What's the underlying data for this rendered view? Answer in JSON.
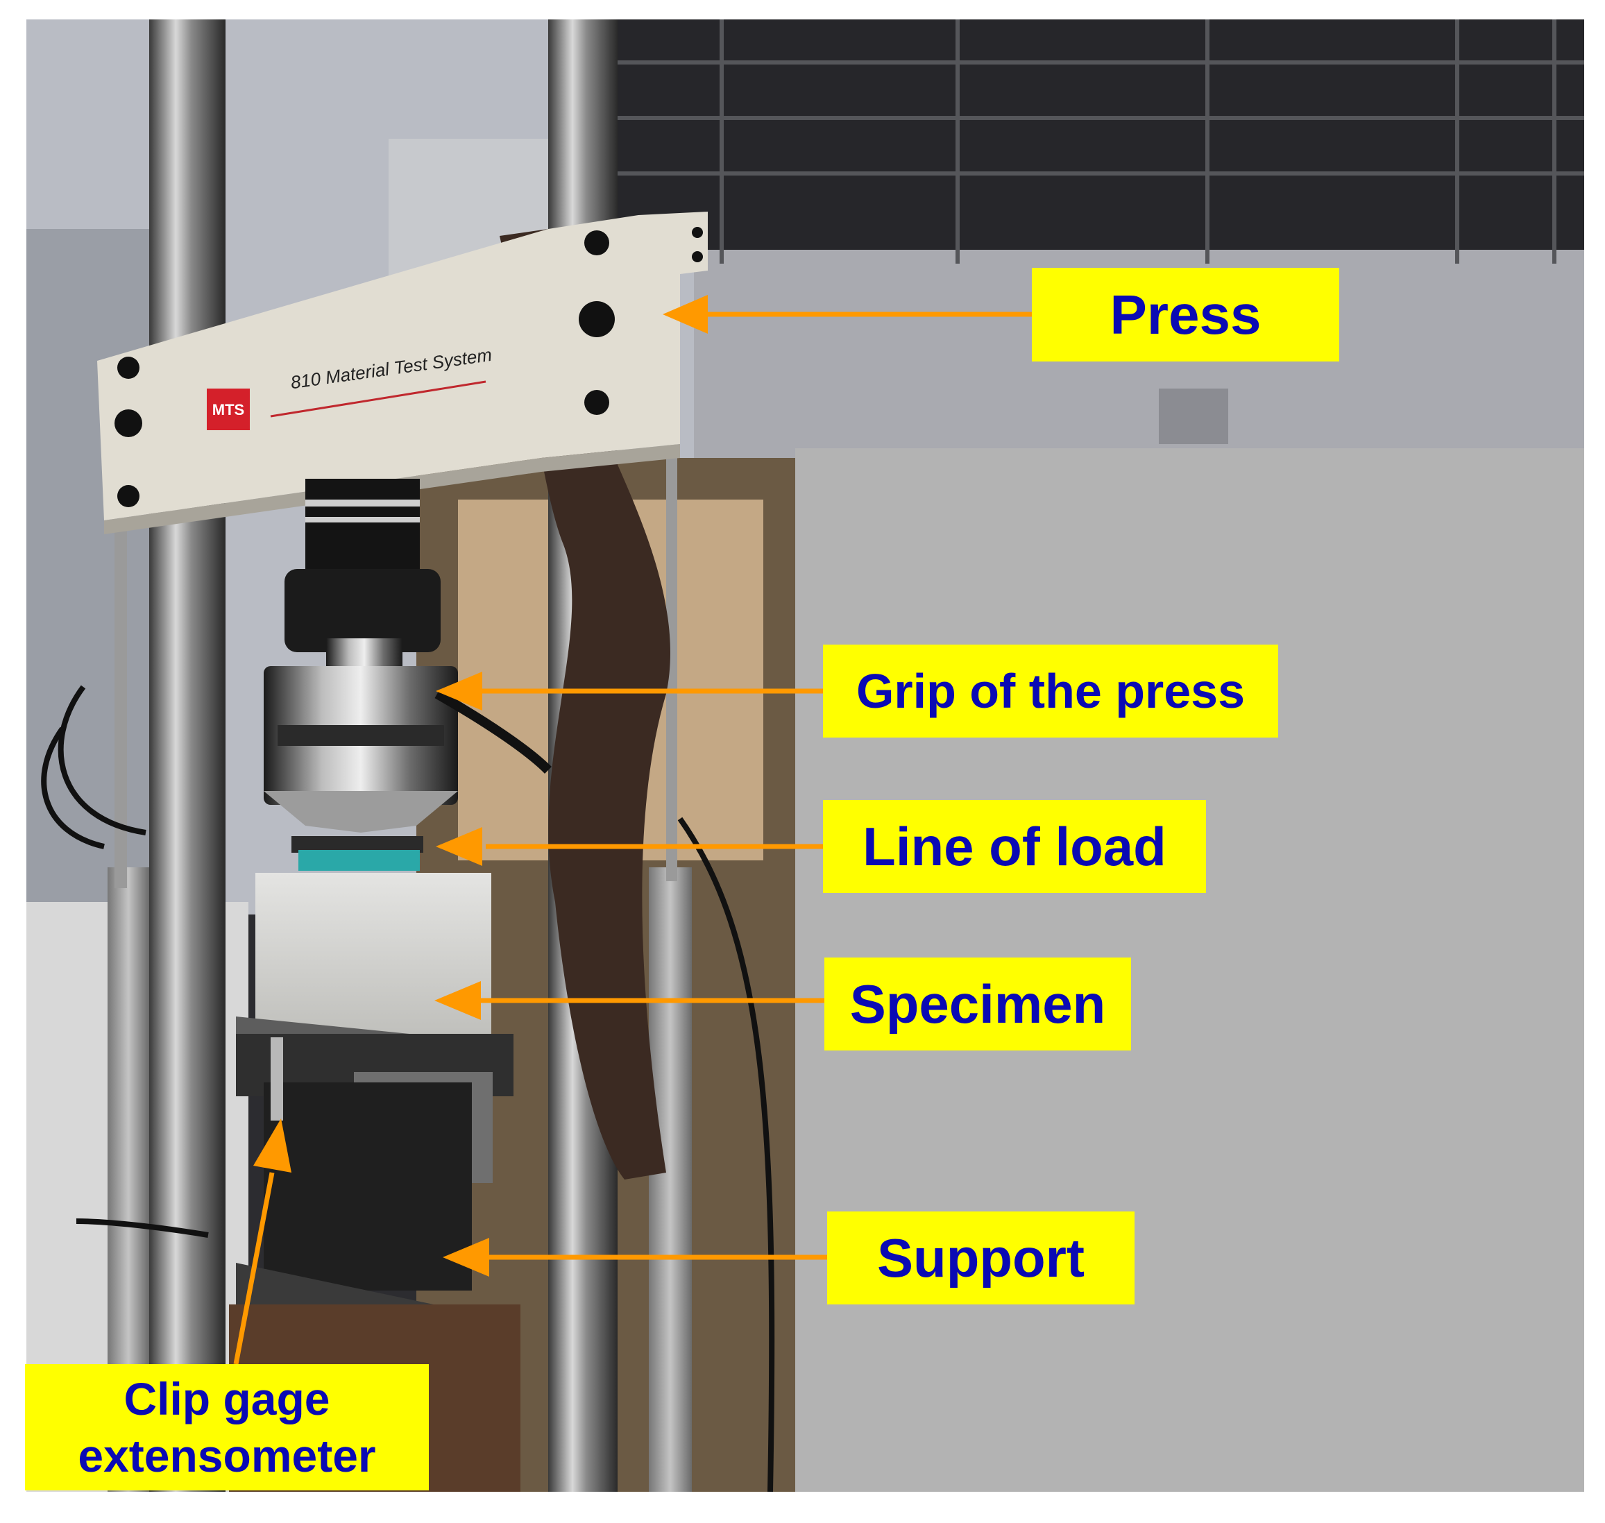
{
  "photo": {
    "nameplate_logo": "MTS",
    "nameplate_text": "810 Material Test System"
  },
  "labels": {
    "press": "Press",
    "grip": "Grip of the press",
    "line_of_load": "Line of load",
    "specimen": "Specimen",
    "support": "Support",
    "clip_gage_line1": "Clip gage",
    "clip_gage_line2": "extensometer"
  },
  "colors": {
    "label_background": "#ffff00",
    "label_text": "#0a0ab4",
    "arrow": "#ff9900",
    "panel_gray": "#b3b3b3"
  }
}
